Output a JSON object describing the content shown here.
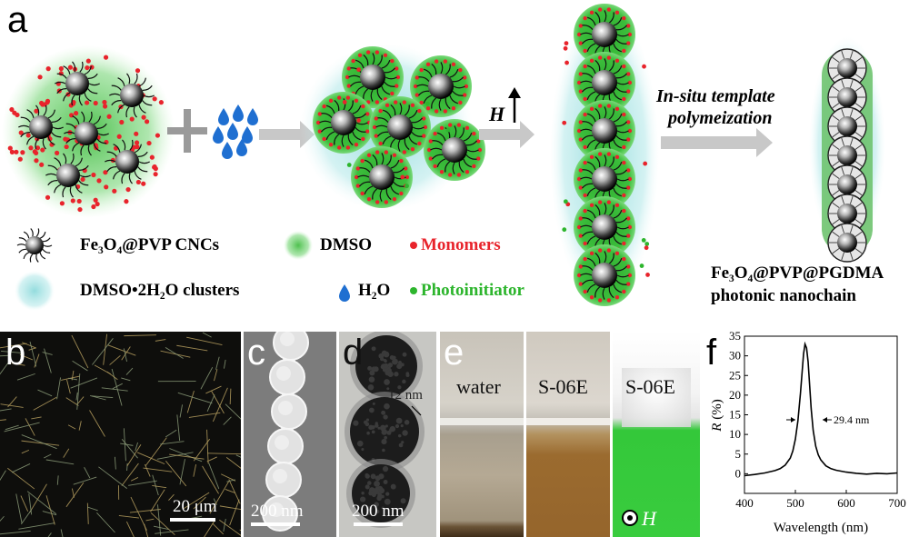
{
  "panels": {
    "a": "a",
    "b": "b",
    "c": "c",
    "d": "d",
    "e": "e",
    "f": "f"
  },
  "schematic": {
    "field_label": "H",
    "step_label_line1": "In-situ template",
    "step_label_line2": "polymeization",
    "product_line1": "Fe₃O₄@PVP@PGDMA",
    "product_line2": "photonic nanochain"
  },
  "legend": {
    "cnc": "Fe₃O₄@PVP CNCs",
    "dmso": "DMSO",
    "monomers": "Monomers",
    "clusters": "DMSO•2H₂O clusters",
    "water": "H₂O",
    "photoinitiator": "Photoinitiator"
  },
  "colors": {
    "green": "#33c23b",
    "cyan": "#7fd6d8",
    "red": "#e8242c",
    "blue": "#1f6fd1",
    "arrow_gray": "#c8c8c8"
  },
  "scalebars": {
    "b": "20 μm",
    "c": "200 nm",
    "d_main": "200 nm",
    "d_shell": "12 nm"
  },
  "vials": {
    "v1": "water",
    "v2": "S-06E",
    "v3": "S-06E",
    "v3_field": "H"
  },
  "chart_data": {
    "type": "line",
    "xlabel": "Wavelength (nm)",
    "ylabel": "R (%)",
    "xlim": [
      400,
      700
    ],
    "ylim": [
      -5,
      35
    ],
    "xticks": [
      400,
      500,
      600,
      700
    ],
    "yticks": [
      0,
      5,
      10,
      15,
      20,
      25,
      30,
      35
    ],
    "annotation": "29.4 nm",
    "series": [
      {
        "x": [
          400,
          420,
          440,
          460,
          470,
          480,
          490,
          495,
          500,
          505,
          510,
          513,
          516,
          519,
          522,
          525,
          528,
          531,
          535,
          540,
          545,
          550,
          560,
          570,
          580,
          600,
          620,
          640,
          660,
          680,
          700
        ],
        "values": [
          -0.5,
          -0.2,
          0.2,
          0.8,
          1.3,
          2.2,
          4.0,
          5.8,
          8.8,
          13.5,
          20.5,
          25.5,
          30.5,
          33.0,
          32.0,
          28.5,
          22.5,
          16.5,
          11.0,
          7.0,
          4.8,
          3.5,
          2.0,
          1.3,
          0.9,
          0.4,
          0.1,
          -0.1,
          0.1,
          0.0,
          0.2
        ]
      }
    ]
  }
}
